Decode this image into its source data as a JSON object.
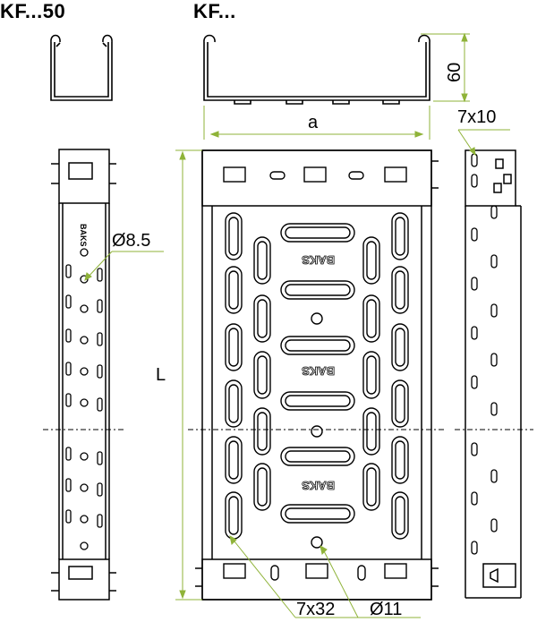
{
  "titles": {
    "left": "KF...50",
    "right": "KF..."
  },
  "dimensions": {
    "height": "60",
    "width": "a",
    "length": "L",
    "side_slots": "7x10",
    "side_hole": "Ø8.5",
    "bottom_slots": "7x32",
    "bottom_hole": "Ø11"
  },
  "brand_mark": "BAKS",
  "colors": {
    "dimension_line": "#8fb339",
    "outline": "#000000",
    "fill": "#ffffff"
  }
}
